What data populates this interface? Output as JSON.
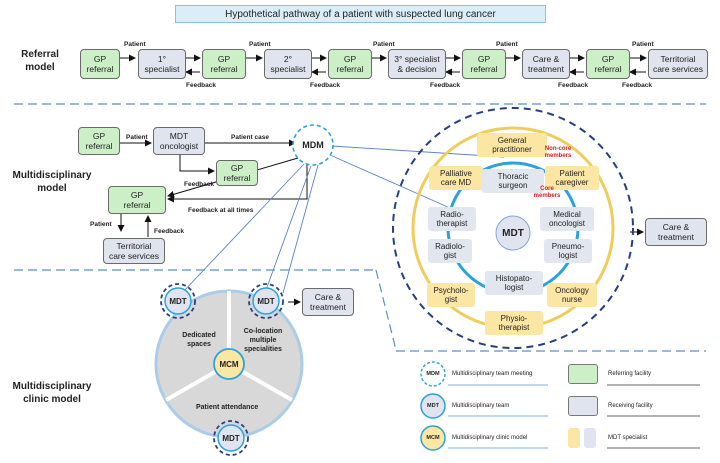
{
  "title": "Hypothetical pathway of a patient with suspected lung cancer",
  "sections": {
    "referral": "Referral\nmodel",
    "multidisciplinary": "Multidisciplinary\nmodel",
    "clinic": "Multidisciplinary\nclinic model"
  },
  "referral": {
    "boxes": [
      {
        "text": "GP\nreferral",
        "kind": "green"
      },
      {
        "text": "1°\nspecialist",
        "kind": "grey"
      },
      {
        "text": "GP\nreferral",
        "kind": "green"
      },
      {
        "text": "2°\nspecialist",
        "kind": "grey"
      },
      {
        "text": "GP\nreferral",
        "kind": "green"
      },
      {
        "text": "3° specialist\n& decision",
        "kind": "grey"
      },
      {
        "text": "GP\nreferral",
        "kind": "green"
      },
      {
        "text": "Care &\ntreatment",
        "kind": "grey"
      },
      {
        "text": "GP\nreferral",
        "kind": "green"
      },
      {
        "text": "Territorial\ncare services",
        "kind": "grey"
      }
    ],
    "patient_label": "Patient",
    "feedback_label": "Feedback"
  },
  "mdm": {
    "gp_referral": "GP\nreferral",
    "mdt_oncologist": "MDT\noncologist",
    "patient_case": "Patient case",
    "mdm_label": "MDM",
    "gp_referral_2": "GP\nreferral",
    "gp_referral_3": "GP\nreferral",
    "territorial": "Territorial\ncare services",
    "feedback_all": "Feedback at all times",
    "care_treatment": "Care &\ntreatment",
    "non_core": "Non-core\nmembers",
    "core": "Core\nmembers",
    "mdt_center": "MDT",
    "non_core_members": [
      "General\npractitioner",
      "Palliative\ncare MD",
      "Patient\ncaregiver",
      "Psycholo-\ngist",
      "Oncology\nnurse",
      "Physio-\ntherapist"
    ],
    "core_members": [
      "Thoracic\nsurgeon",
      "Radio-\ntherapist",
      "Medical\noncologist",
      "Radiolo-\ngist",
      "Pneumo-\nlogist",
      "Histopato-\nlogist"
    ]
  },
  "clinic": {
    "mdt": "MDT",
    "mcm": "MCM",
    "care_treatment": "Care &\ntreatment",
    "dedicated": "Dedicated\nspaces",
    "colocation": "Co-location\nmultiple\nspecialities",
    "attendance": "Patient attendance"
  },
  "legend": {
    "mdm": "MDM",
    "mdm_text": "Multidisciplinary team meeting",
    "mdt": "MDT",
    "mdt_text": "Multidisciplinary team",
    "mcm": "MCM",
    "mcm_text": "Multidisciplinary clinic model",
    "referring": "Referring facility",
    "receiving": "Receiving facility",
    "specialist": "MDT specialist"
  },
  "colors": {
    "green": "#ccefc8",
    "grey": "#dfe4ee",
    "yellow": "#fbe6a4",
    "navy": "#2d4b8e",
    "blue": "#2aa2dc",
    "ring": "#f0cd5a"
  }
}
